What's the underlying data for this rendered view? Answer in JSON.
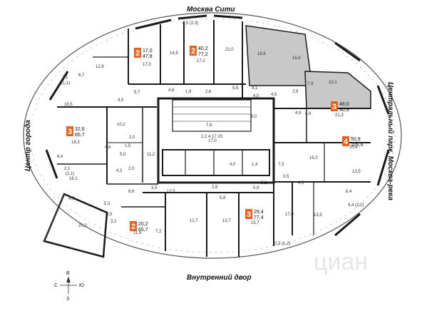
{
  "sides": {
    "top": "Москва Сити",
    "bottom": "Внутренний двор",
    "left": "Центр города",
    "right": "Центральный парк, Москва-река"
  },
  "compass": {
    "north": "В",
    "south": "З",
    "west": "С",
    "east": "Ю"
  },
  "watermark": "циан",
  "colors": {
    "accent": "#e8621e",
    "walls": "#1a1a1a",
    "grey_unit": "#c8c8c8",
    "line": "#555555"
  },
  "badges": [
    {
      "rooms": "2",
      "line1": "17,0",
      "line2": "47,8"
    },
    {
      "rooms": "2",
      "line1": "40,2",
      "line2": "77,2"
    },
    {
      "rooms": "3",
      "line1": "48,0",
      "line2": "90,9"
    },
    {
      "rooms": "3",
      "line1": "32,6",
      "line2": "65,7"
    },
    {
      "rooms": "4",
      "line1": "50,9",
      "line2": "105,6"
    },
    {
      "rooms": "2",
      "line1": "20,2",
      "line2": "65,7"
    },
    {
      "rooms": "3",
      "line1": "29,4",
      "line2": "77,4"
    }
  ],
  "labels": [
    "4,5 (2,3)",
    "14,6",
    "17,0",
    "12,8",
    "17,2",
    "21,0",
    "18,6",
    "16,6",
    "6,7",
    "2,1",
    "(1,1)",
    "5,7",
    "4,8",
    "1,9",
    "2,6",
    "5,9",
    "4,1",
    "4,5",
    "2,9",
    "7,9",
    "10,1",
    "4,9",
    "21,3",
    "16,5",
    "4,5",
    "8,0",
    "7,8",
    "10,2",
    "2,2  4  17  20",
    "17,0",
    "18,3",
    "2,0",
    "1,5",
    "4,6",
    "5,0",
    "11,2",
    "6,4",
    "2,1",
    "(1,1)",
    "4,3",
    "16,1",
    "2,0",
    "4,0",
    "1,4",
    "7,3",
    "5,1",
    "3,5",
    "15,0",
    "20,4",
    "13,5",
    "4,3",
    "6,4",
    "8,6",
    "12,5",
    "2,6",
    "5,8",
    "5,9",
    "4,9",
    "5,3",
    "3,5",
    "3,2",
    "3,5",
    "20,2",
    "17,0",
    "12,7",
    "13,7",
    "15,7",
    "11,9",
    "7,2",
    "13,5",
    "4,4 (2,2)",
    "2,3 (1,2)",
    "4,9",
    "4,0"
  ]
}
